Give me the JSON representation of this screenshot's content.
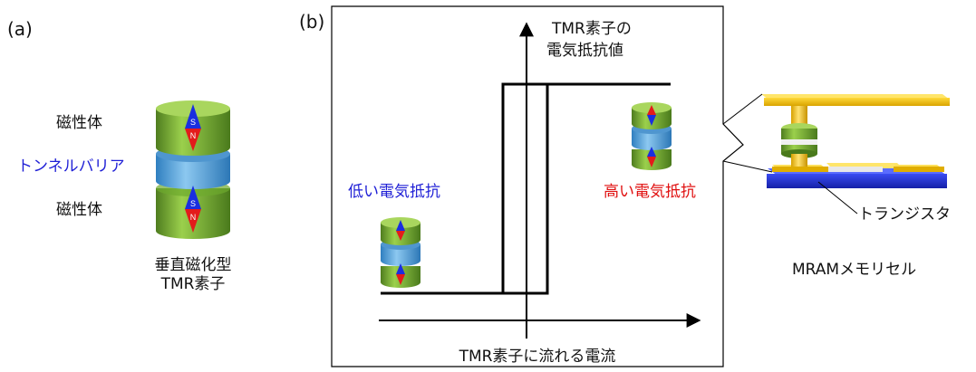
{
  "panel_a": {
    "label": "(a)",
    "layer_top": "磁性体",
    "barrier": "トンネルバリア",
    "layer_bottom": "磁性体",
    "device_line1": "垂直磁化型",
    "device_line2": "TMR素子",
    "spin_top_upper": "S",
    "spin_top_lower": "N",
    "spin_bottom_upper": "S",
    "spin_bottom_lower": "N"
  },
  "panel_b": {
    "label": "(b)",
    "y_axis_line1": "TMR素子の",
    "y_axis_line2": "電気抵抗値",
    "x_axis": "TMR素子に流れる電流",
    "low_resistance": "低い電気抵抗",
    "high_resistance": "高い電気抵抗"
  },
  "mram": {
    "transistor": "トランジスタ",
    "cell": "MRAMメモリセル"
  },
  "colors": {
    "green": "#7fb13a",
    "barrier_blue": "#5aa3d8",
    "spin_blue": "#1a2ee0",
    "spin_red": "#e31b1b",
    "gold": "#f2c200",
    "substrate_blue": "#1f2fd8"
  }
}
